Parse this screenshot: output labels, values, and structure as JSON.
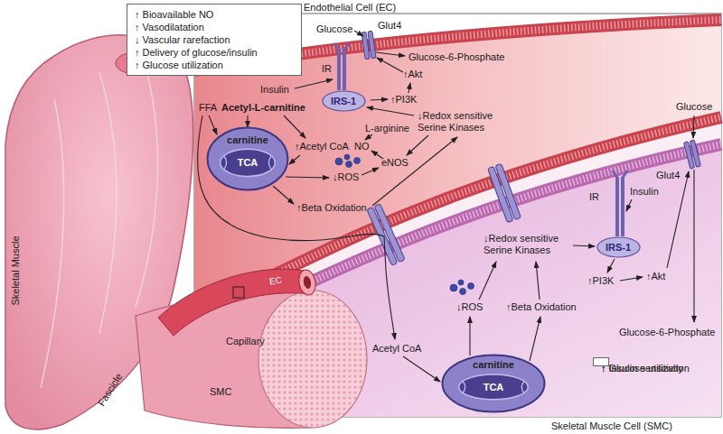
{
  "diagram": {
    "nodes": [
      {
        "text": [
          "↑ Bioavailable NO",
          "↑ Vasodilatation",
          "↓ Vascular rarefaction",
          "↑ Delivery of glucose/insulin",
          "↑ Glucose utilization"
        ]
      },
      {
        "text": [
          "Endothelial Cell (EC)"
        ]
      },
      {
        "text": [
          "IRS-1"
        ],
        "in": 1
      },
      {
        "text": [
          "carnitine",
          "TCA"
        ],
        "in": 1
      },
      {
        "text": [
          "Skeletal Muscle Cell (SMC)"
        ]
      },
      {
        "text": [
          "IRS-1"
        ],
        "in": 4
      },
      {
        "text": [
          "carnitine",
          "TCA"
        ],
        "in": 4
      },
      {
        "text": [
          "↑ Glucose utilization",
          "↑ Insulin sensitivity"
        ],
        "in": 4
      }
    ],
    "labels": [
      "Skeletal Muscle",
      "Fascicle",
      "Capillary",
      "EC",
      "SMC",
      "Glucose",
      "Glut4",
      "Glucose-6-Phosphate",
      "Insulin",
      "IR",
      "↑Akt",
      "↑PI3K",
      "FFA",
      "Acetyl-L-carnitine",
      "↑Acetyl CoA",
      "NO",
      "L-arginine",
      "↓ROS",
      "eNOS",
      "↓Redox sensitive Serine Kinases",
      "↑Beta Oxidation",
      "Glucose",
      "Insulin",
      "IR",
      "Glut4",
      "↓Redox sensitive Serine Kinases",
      "↑PI3K",
      "↑Akt",
      "↓ROS",
      "↑Beta Oxidation",
      "Acetyl CoA",
      "Glucose-6-Phosphate"
    ]
  }
}
